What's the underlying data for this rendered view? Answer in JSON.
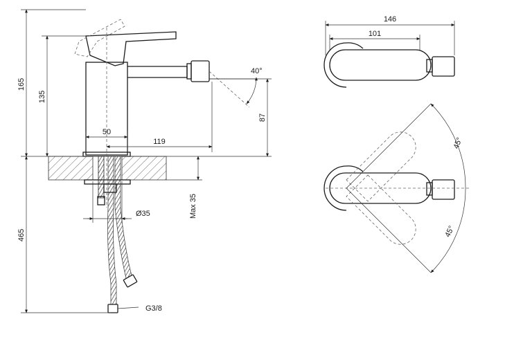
{
  "side_view": {
    "height_total": "165",
    "height_spout": "135",
    "height_jet": "87",
    "angle_jet": "40°",
    "width_body": "50",
    "reach": "119",
    "depth_below": "465",
    "hole_diameter": "Ø35",
    "deck_thickness": "Max 35",
    "thread": "G3/8"
  },
  "top_view": {
    "width_total": "146",
    "width_handle": "101"
  },
  "rotation_view": {
    "angle_up": "45°",
    "angle_down": "45°"
  }
}
